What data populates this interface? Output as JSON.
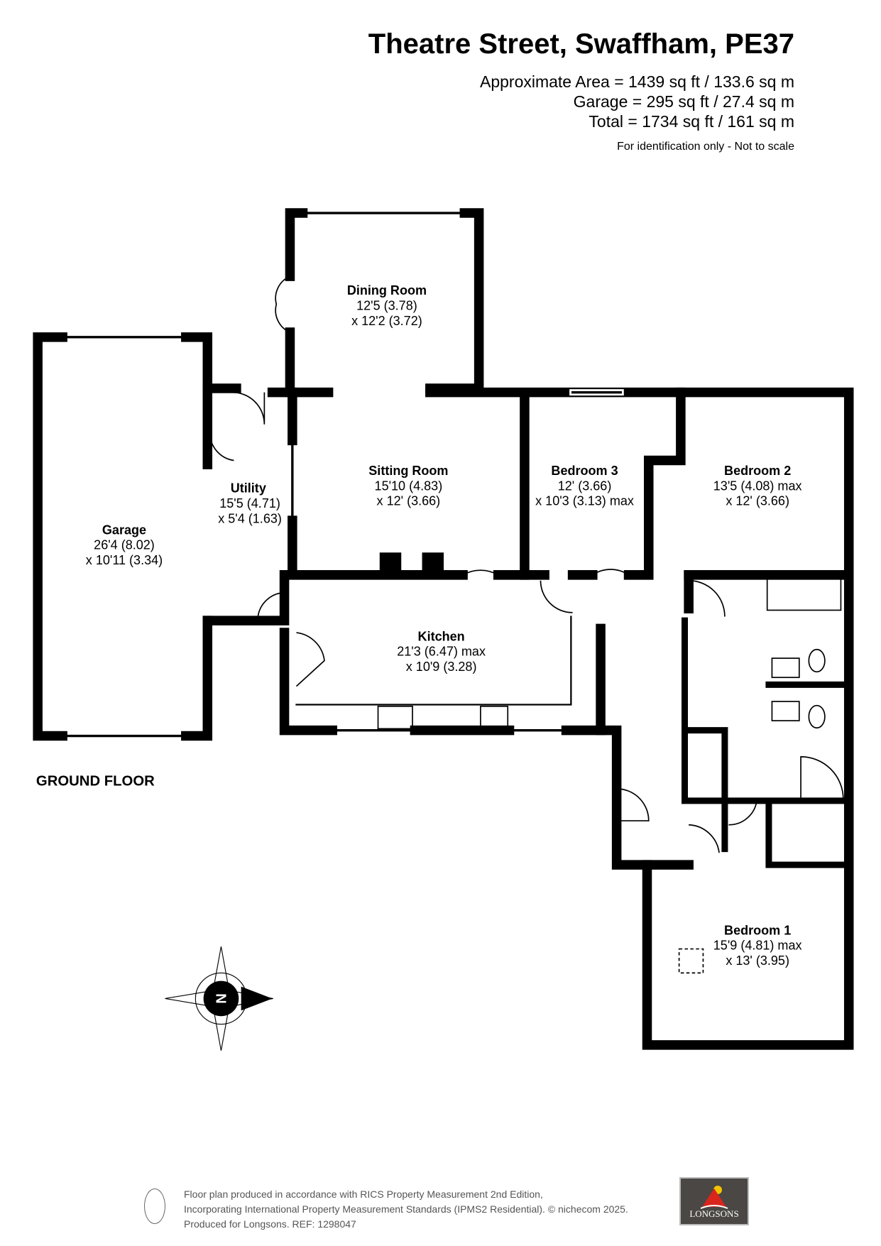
{
  "header": {
    "title": "Theatre Street, Swaffham, PE37",
    "approx_area": "Approximate Area = 1439 sq ft / 133.6 sq m",
    "garage_area": "Garage = 295 sq ft / 27.4 sq m",
    "total_area": "Total = 1734 sq ft / 161 sq m",
    "disclaimer": "For identification only - Not to scale"
  },
  "floor_label": "GROUND FLOOR",
  "rooms": {
    "dining": {
      "name": "Dining Room",
      "dim1": "12'5 (3.78)",
      "dim2": "x 12'2 (3.72)"
    },
    "sitting": {
      "name": "Sitting Room",
      "dim1": "15'10 (4.83)",
      "dim2": "x 12' (3.66)"
    },
    "bedroom3": {
      "name": "Bedroom 3",
      "dim1": "12' (3.66)",
      "dim2": "x 10'3 (3.13) max"
    },
    "bedroom2": {
      "name": "Bedroom 2",
      "dim1": "13'5 (4.08) max",
      "dim2": "x 12' (3.66)"
    },
    "utility": {
      "name": "Utility",
      "dim1": "15'5 (4.71)",
      "dim2": "x 5'4 (1.63)"
    },
    "garage": {
      "name": "Garage",
      "dim1": "26'4 (8.02)",
      "dim2": "x 10'11 (3.34)"
    },
    "kitchen": {
      "name": "Kitchen",
      "dim1": "21'3 (6.47) max",
      "dim2": "x 10'9 (3.28)"
    },
    "bedroom1": {
      "name": "Bedroom 1",
      "dim1": "15'9 (4.81) max",
      "dim2": "x 13' (3.95)"
    }
  },
  "compass": {
    "label": "N"
  },
  "footer": {
    "line1": "Floor plan produced in accordance with RICS Property Measurement 2nd Edition,",
    "line2": "Incorporating International Property Measurement Standards (IPMS2 Residential).   © nichecom 2025.",
    "line3": "Produced for Longsons.   REF:    1298047",
    "logo_text": "LONGSONS"
  },
  "colors": {
    "wall": "#000000",
    "logo_bg": "#4a4744",
    "logo_roof": "#d9251c",
    "logo_sun": "#f2c400"
  }
}
